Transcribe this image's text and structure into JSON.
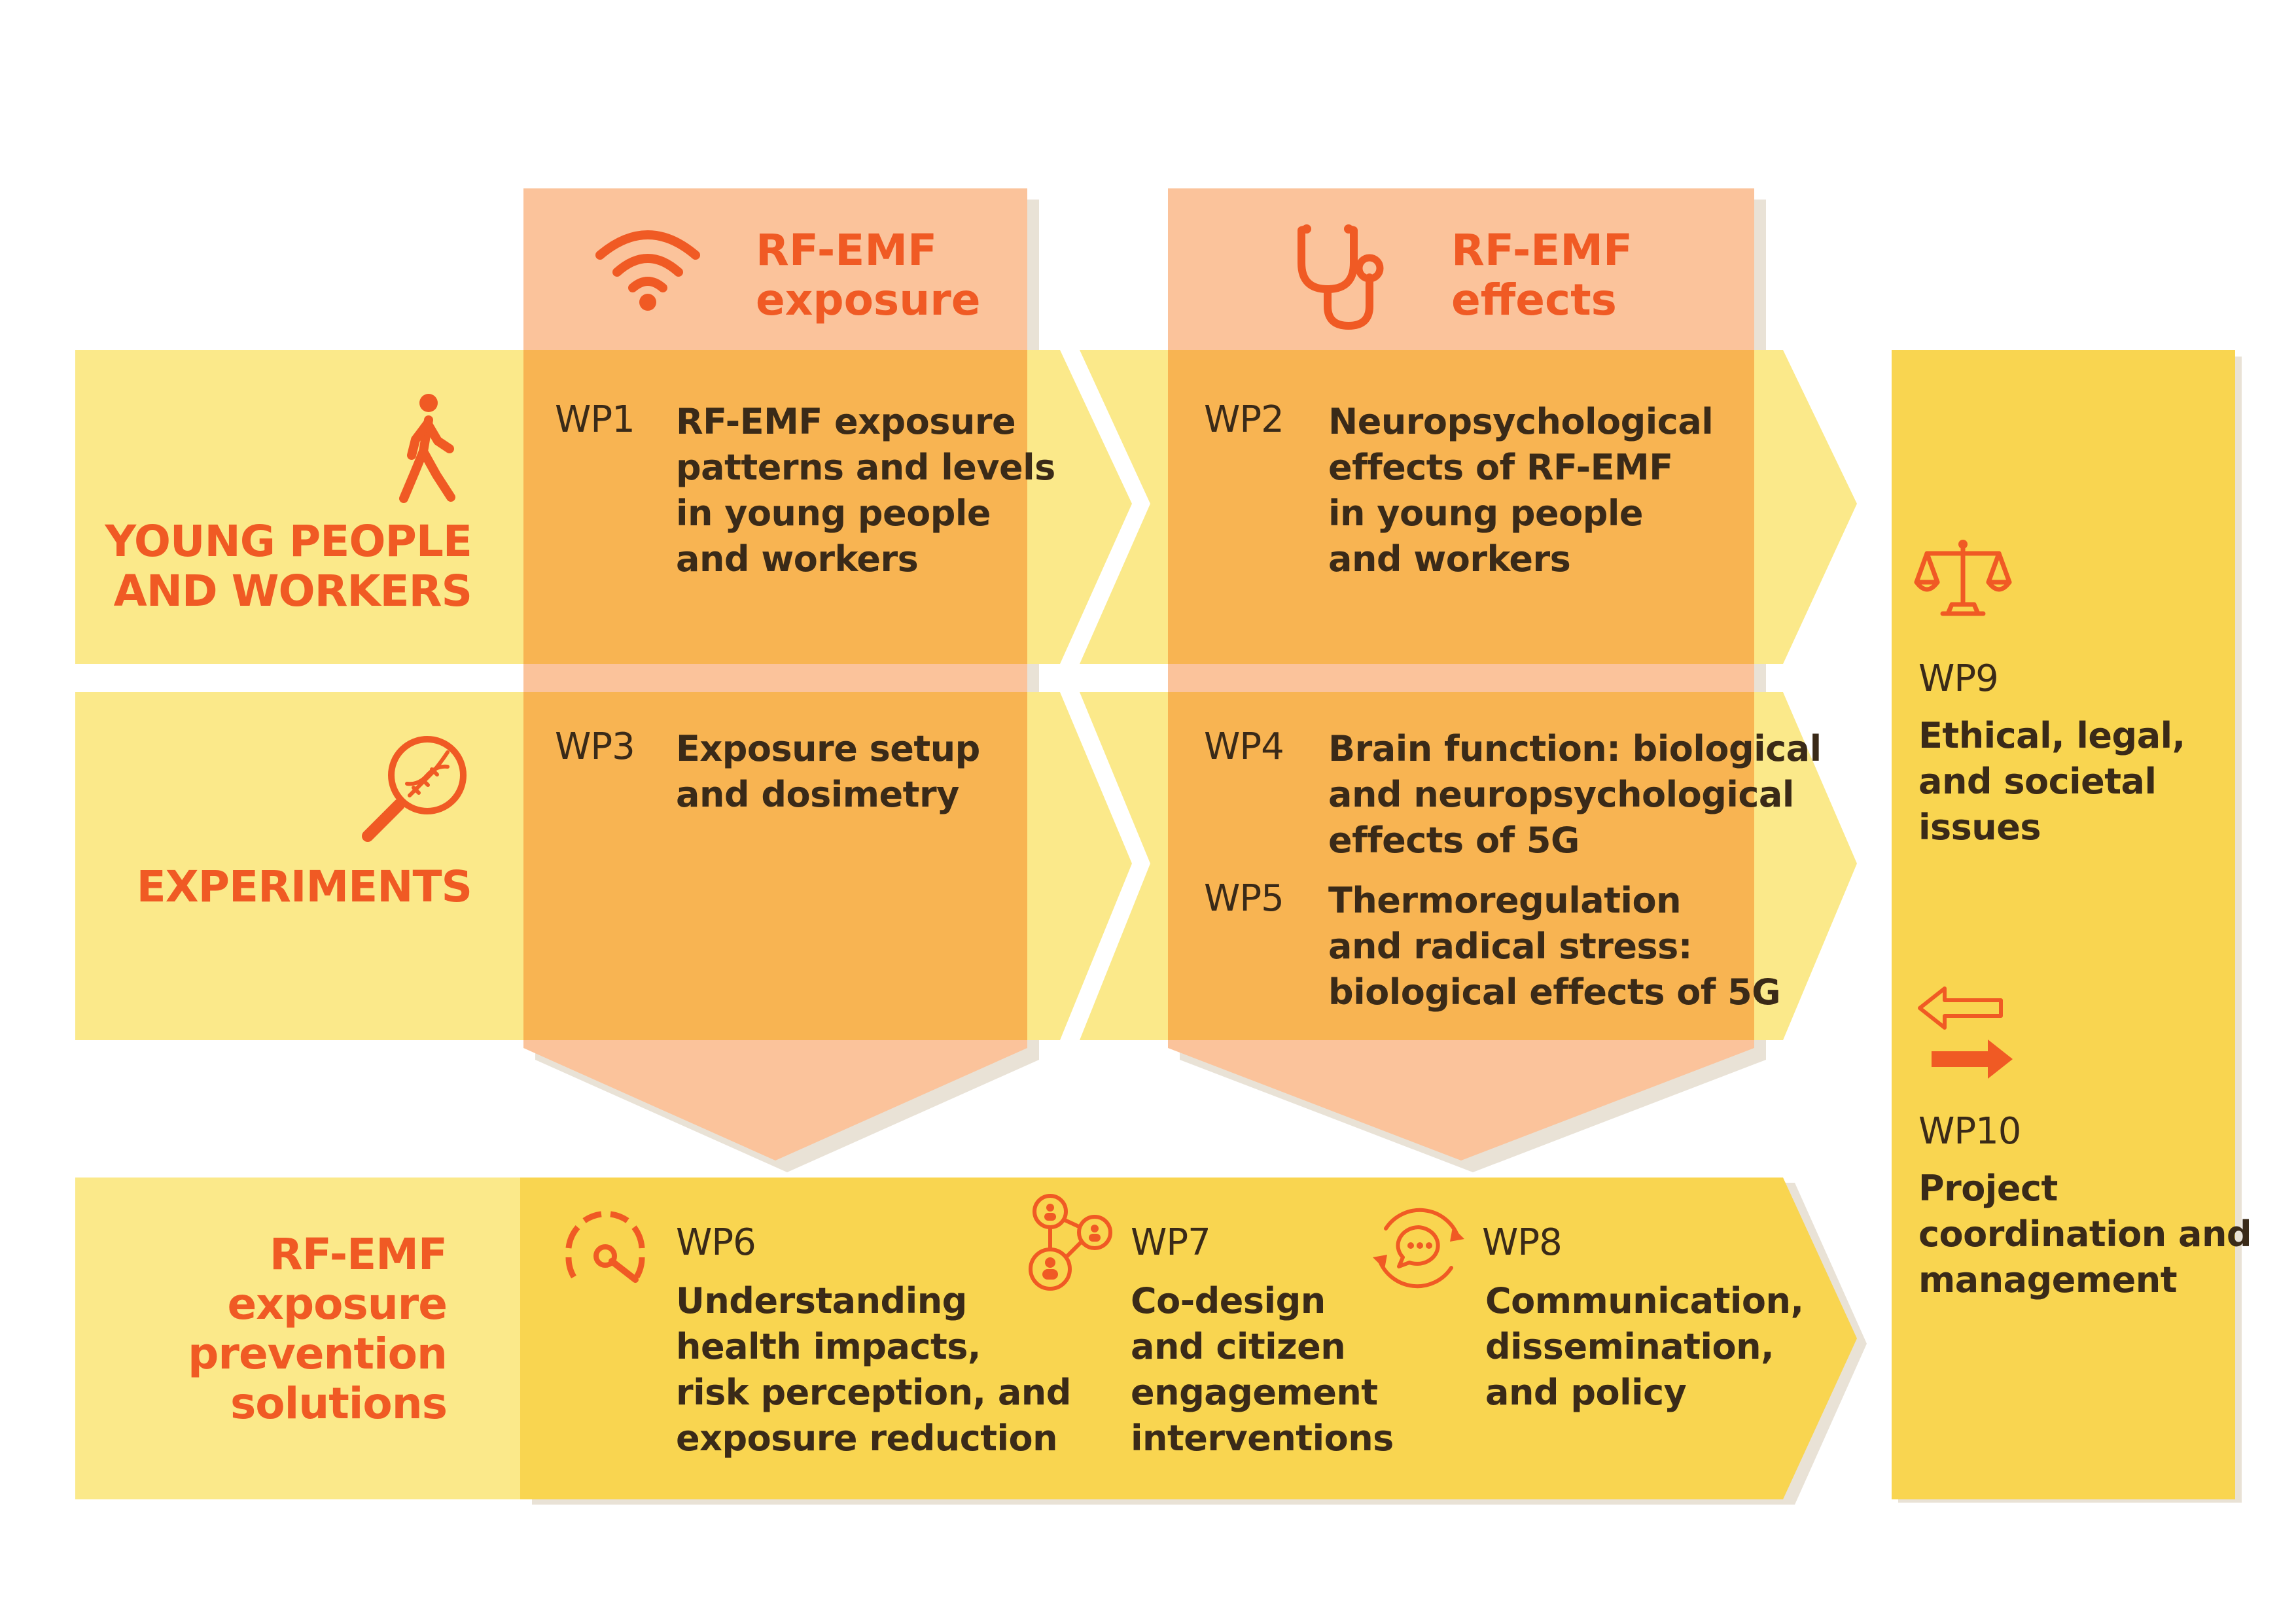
{
  "colors": {
    "light_yellow": "#fbe98a",
    "mid_yellow": "#f9d550",
    "peach": "#fbc39b",
    "orange_overlap": "#f8b452",
    "accent_orange": "#f05a24",
    "text_dark": "#3a2a18"
  },
  "columns": {
    "exposure": {
      "icon": "wifi-icon",
      "title": "RF-EMF\nexposure"
    },
    "effects": {
      "icon": "stethoscope-icon",
      "title": "RF-EMF\neffects"
    }
  },
  "rows": {
    "young": {
      "icon": "walking-person-icon",
      "label": "YOUNG PEOPLE\nAND WORKERS"
    },
    "experiments": {
      "icon": "magnifier-dna-icon",
      "label": "EXPERIMENTS"
    },
    "prevention": {
      "label": "RF-EMF\nexposure\nprevention\nsolutions"
    }
  },
  "work_packages": {
    "wp1": {
      "number": "WP1",
      "text": "RF-EMF exposure\npatterns and levels\nin young people\nand workers"
    },
    "wp2": {
      "number": "WP2",
      "text": "Neuropsychological\neffects of RF-EMF\nin young people\nand workers"
    },
    "wp3": {
      "number": "WP3",
      "text": "Exposure setup\nand dosimetry"
    },
    "wp4": {
      "number": "WP4",
      "text": "Brain function: biological\nand neuropsychological\neffects of 5G"
    },
    "wp5": {
      "number": "WP5",
      "text": "Thermoregulation\nand radical stress:\nbiological effects of 5G"
    },
    "wp6": {
      "number": "WP6",
      "icon": "gauge-icon",
      "text": "Understanding\nhealth impacts,\nrisk perception, and\nexposure reduction"
    },
    "wp7": {
      "number": "WP7",
      "icon": "people-network-icon",
      "text": "Co-design\nand citizen\nengagement\ninterventions"
    },
    "wp8": {
      "number": "WP8",
      "icon": "chat-cycle-icon",
      "text": "Communication,\ndissemination,\nand policy"
    },
    "wp9": {
      "number": "WP9",
      "icon": "scales-icon",
      "text": "Ethical, legal,\nand societal\nissues"
    },
    "wp10": {
      "number": "WP10",
      "icon": "exchange-arrows-icon",
      "text": "Project\ncoordination and\nmanagement"
    }
  }
}
